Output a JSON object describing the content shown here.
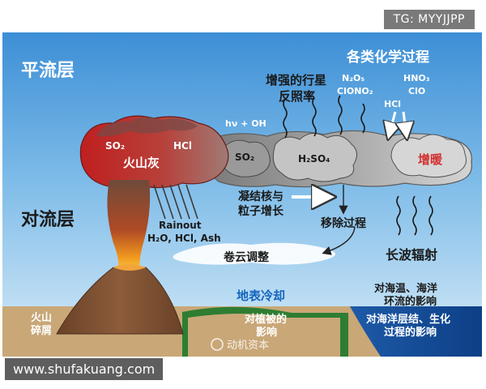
{
  "labels": {
    "stratosphere": "平流层",
    "troposphere": "对流层",
    "chemistry_title": "各类化学过程",
    "chem_n2o5": "N₂O₅",
    "chem_hno3": "HNO₃",
    "chem_clono2": "ClONO₂",
    "chem_clo": "ClO",
    "chem_hcl": "HCl",
    "albedo_line1": "增强的行星",
    "albedo_line2": "反照率",
    "hv_oh": "hν + OH",
    "so2_plume": "SO₂",
    "hcl_plume": "HCl",
    "volcanic_ash": "火山灰",
    "so2_cloud": "SO₂",
    "h2so4_cloud": "H₂SO₄",
    "warming": "增暖",
    "condensation_line1": "凝结核与",
    "condensation_line2": "粒子增长",
    "removal": "移除过程",
    "rainout_line1": "Rainout",
    "rainout_line2": "H₂O, HCl, Ash",
    "cloud_adjust": "卷云调整",
    "longwave": "长波辐射",
    "surface_cooling": "地表冷却",
    "vegetation_line1": "对植被的",
    "vegetation_line2": "影响",
    "ocean_temp_line1": "对海温、海洋",
    "ocean_temp_line2": "环流的影响",
    "ocean_strat_line1": "对海洋层结、生化",
    "ocean_strat_line2": "过程的影响",
    "debris_line1": "火山",
    "debris_line2": "碎屑",
    "watermark": "动机资本"
  },
  "overlays": {
    "top_tag": "TG: MYYJJPP",
    "bottom_url": "www.shufakuang.com"
  },
  "colors": {
    "sky_top": "#3d8fd6",
    "sky_bottom": "#c9e4f5",
    "ash_red": "#c62828",
    "volcano_brown": "#7a5236",
    "vegetation_green": "#2e7d32",
    "ocean_blue": "#1565c0",
    "ground_tan": "#c9a777",
    "title_blue": "#1a237e",
    "warming_red": "#d32f2f"
  }
}
